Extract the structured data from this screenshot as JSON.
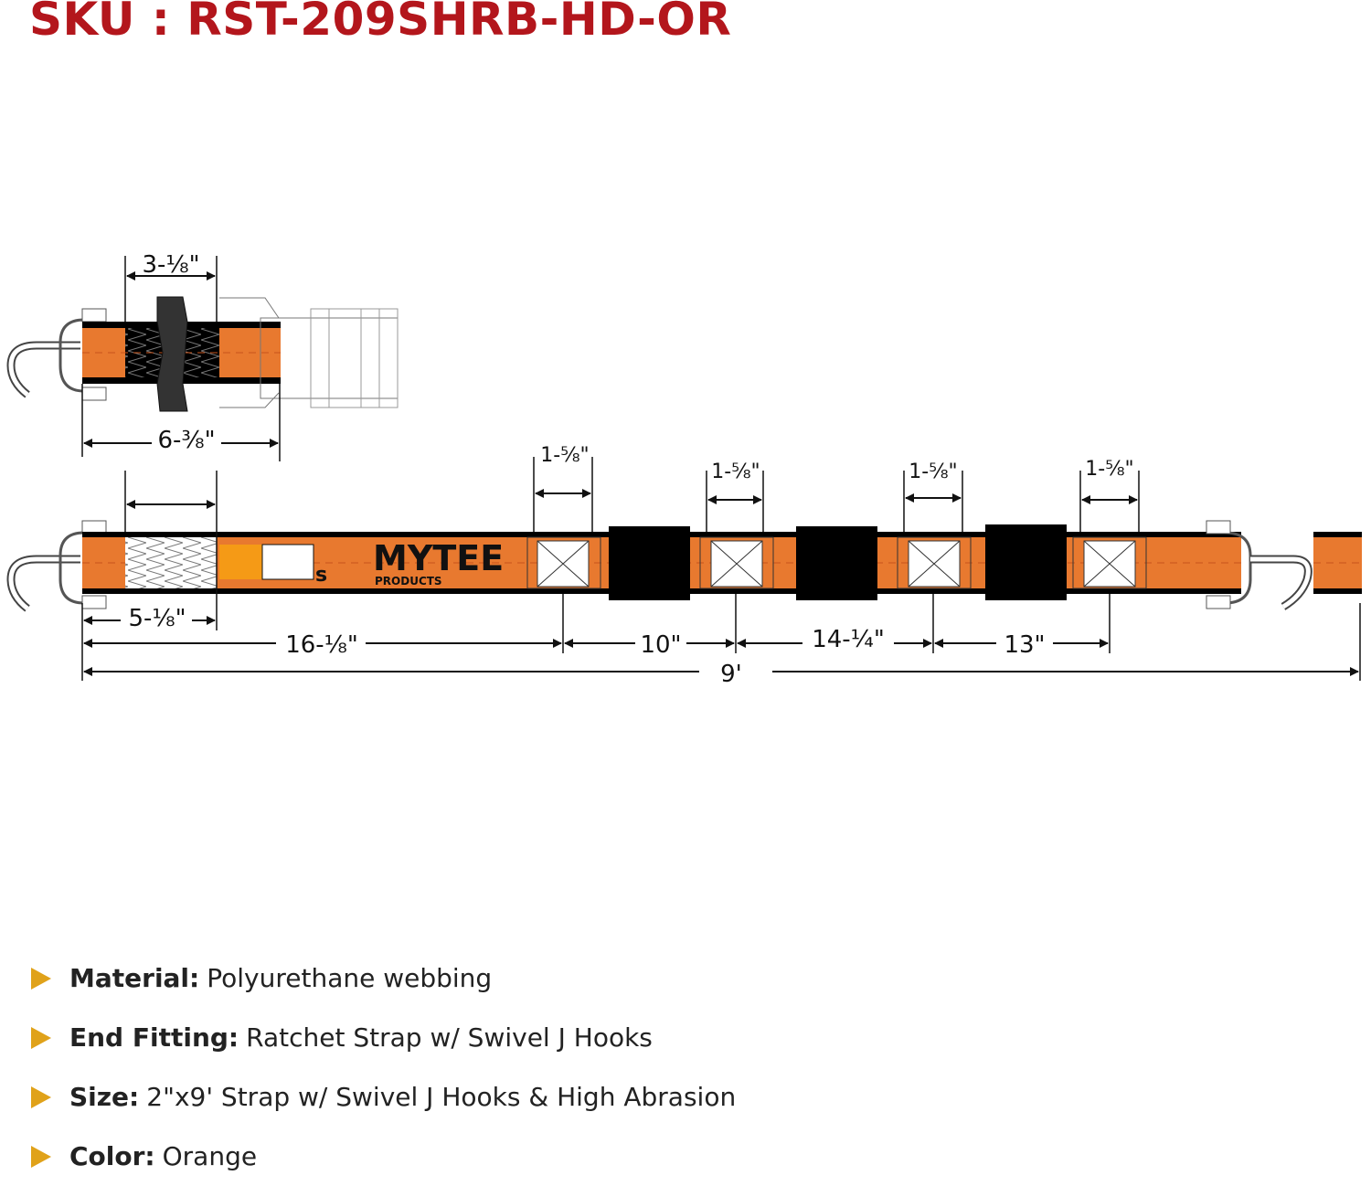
{
  "sku": "SKU : RST-209SHRB-HD-OR",
  "colors": {
    "sku_red": "#b3161c",
    "strap_orange": "#e8792f",
    "bullet_gold": "#e0a21a",
    "sleeve_black": "#000000"
  },
  "strap_logo": {
    "brand": "MYTEE",
    "sub": "PRODUCTS",
    "partial": "s"
  },
  "dimensions": {
    "ratchet_webbing_stitch": "3-⅛\"",
    "ratchet_overall": "6-⅜\"",
    "patch_1": "1-⅝\"",
    "patch_2": "1-⅝\"",
    "patch_3": "1-⅝\"",
    "patch_4": "1-⅝\"",
    "end_stitch": "5-⅛\"",
    "to_first_patch": "16-⅛\"",
    "gap_1": "10\"",
    "gap_2": "14-¼\"",
    "gap_3": "13\"",
    "total_length": "9'"
  },
  "specs": [
    {
      "label": "Material:",
      "value": "Polyurethane webbing"
    },
    {
      "label": "End Fitting:",
      "value": "Ratchet Strap w/ Swivel J Hooks"
    },
    {
      "label": "Size:",
      "value": "2\"x9' Strap w/ Swivel J Hooks & High Abrasion"
    },
    {
      "label": "Color:",
      "value": "Orange"
    }
  ]
}
